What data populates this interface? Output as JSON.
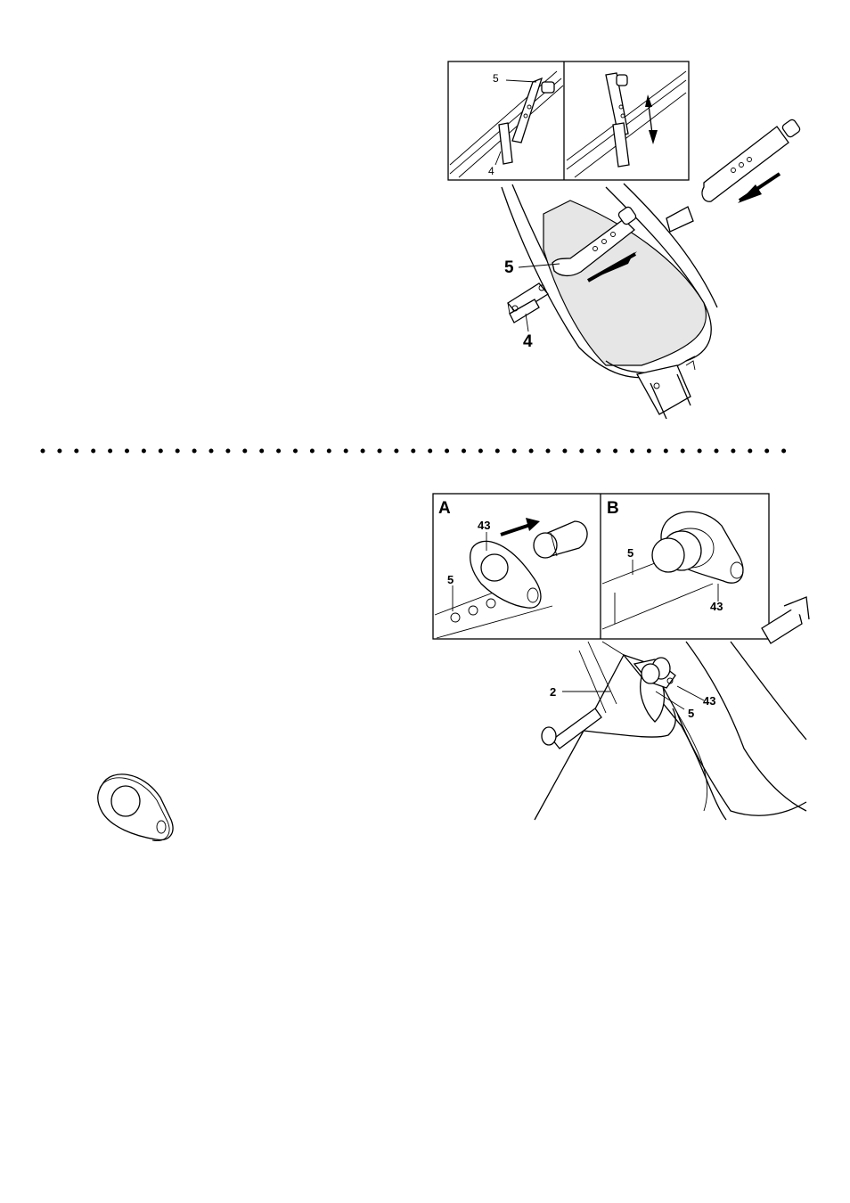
{
  "step1": {
    "inset_left_label_5": "5",
    "inset_left_label_4": "4",
    "main_label_5": "5",
    "main_label_4": "4"
  },
  "step2": {
    "inset_a_letter": "A",
    "inset_b_letter": "B",
    "inset_a_label_43": "43",
    "inset_a_label_5": "5",
    "inset_b_label_5": "5",
    "inset_b_label_43": "43",
    "main_label_2": "2",
    "main_label_43": "43",
    "main_label_5": "5"
  }
}
